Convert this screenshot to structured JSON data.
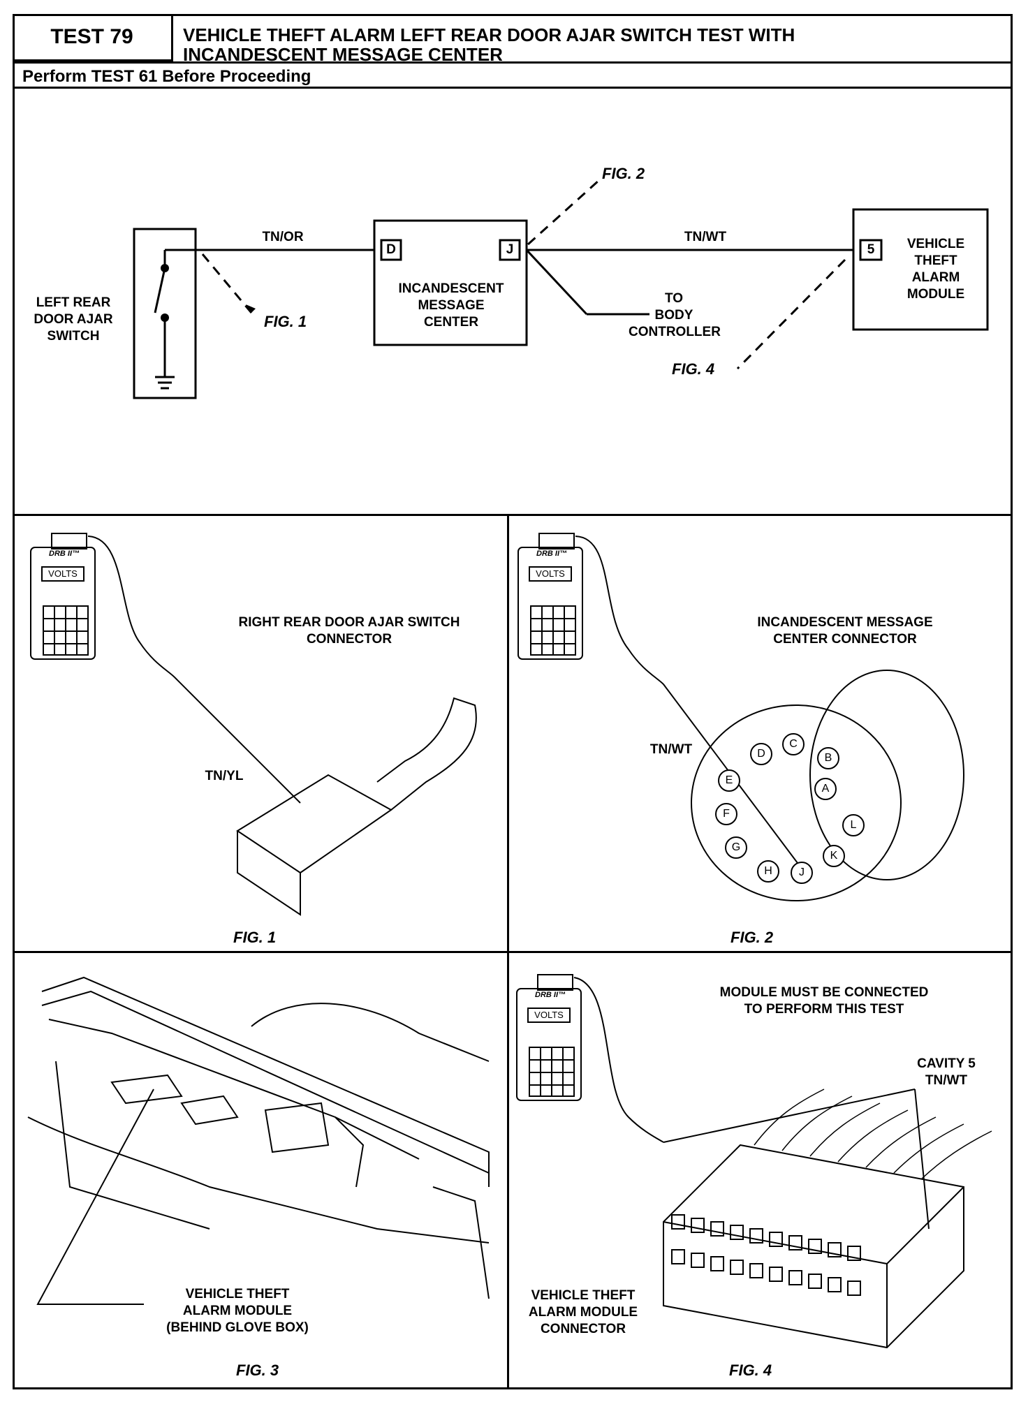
{
  "header": {
    "test_label": "TEST 79",
    "title_line1": "VEHICLE THEFT ALARM LEFT REAR DOOR AJAR SWITCH TEST WITH",
    "title_line2": "INCANDESCENT MESSAGE CENTER",
    "subtitle": "Perform TEST 61 Before Proceeding"
  },
  "schematic": {
    "switch_label_1": "LEFT REAR",
    "switch_label_2": "DOOR AJAR",
    "switch_label_3": "SWITCH",
    "wire_left": "TN/OR",
    "wire_right": "TN/WT",
    "imc_label_1": "INCANDESCENT",
    "imc_label_2": "MESSAGE",
    "imc_label_3": "CENTER",
    "pin_d": "D",
    "pin_j": "J",
    "pin_5": "5",
    "vtam_label_1": "VEHICLE",
    "vtam_label_2": "THEFT",
    "vtam_label_3": "ALARM",
    "vtam_label_4": "MODULE",
    "to_label_1": "TO",
    "to_label_2": "BODY",
    "to_label_3": "CONTROLLER",
    "fig1_ref": "FIG. 1",
    "fig2_ref": "FIG. 2",
    "fig4_ref": "FIG. 4"
  },
  "tester": {
    "brand": "DRB II™",
    "display": "VOLTS"
  },
  "fig1": {
    "title_1": "RIGHT REAR DOOR AJAR SWITCH",
    "title_2": "CONNECTOR",
    "wire": "TN/YL",
    "caption": "FIG. 1"
  },
  "fig2": {
    "title_1": "INCANDESCENT MESSAGE",
    "title_2": "CENTER CONNECTOR",
    "wire": "TN/WT",
    "pins": [
      "A",
      "B",
      "C",
      "D",
      "E",
      "F",
      "G",
      "H",
      "J",
      "K",
      "L"
    ],
    "caption": "FIG. 2"
  },
  "fig3": {
    "label_1": "VEHICLE THEFT",
    "label_2": "ALARM MODULE",
    "label_3": "(BEHIND GLOVE BOX)",
    "caption": "FIG. 3"
  },
  "fig4": {
    "note_1": "MODULE MUST BE CONNECTED",
    "note_2": "TO PERFORM THIS TEST",
    "cavity_1": "CAVITY 5",
    "cavity_2": "TN/WT",
    "conn_1": "VEHICLE THEFT",
    "conn_2": "ALARM MODULE",
    "conn_3": "CONNECTOR",
    "caption": "FIG. 4"
  }
}
